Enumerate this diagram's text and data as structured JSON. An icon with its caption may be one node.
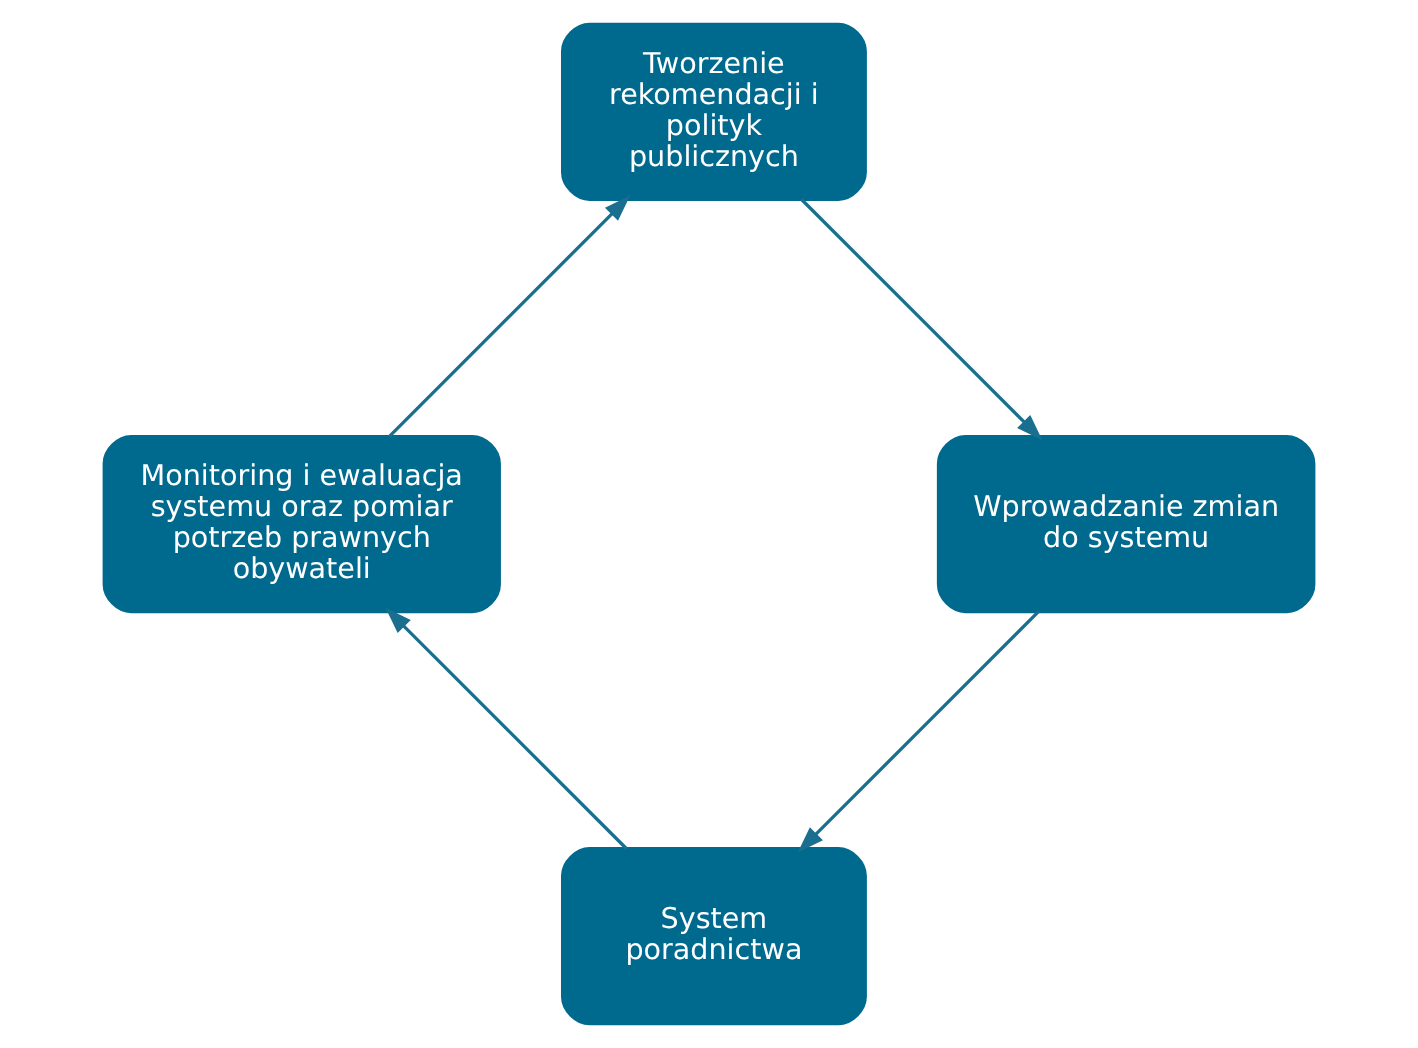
{
  "diagram": {
    "nodes": [
      {
        "text": [
          "System poradnictwa"
        ]
      },
      {
        "text": [
          "Monitoring i ewaluacja systemu oraz pomiar potrzeb prawnych obywateli"
        ]
      },
      {
        "text": [
          "Tworzenie rekomendacji i polityk publicznych"
        ]
      },
      {
        "text": [
          "Wprowadzanie zmian do systemu"
        ]
      }
    ],
    "edges": [
      {
        "from": 0,
        "to": 1,
        "arrow": "to"
      },
      {
        "from": 1,
        "to": 2,
        "arrow": "to"
      },
      {
        "from": 2,
        "to": 3,
        "arrow": "to"
      },
      {
        "from": 3,
        "to": 0,
        "arrow": "to"
      }
    ]
  }
}
